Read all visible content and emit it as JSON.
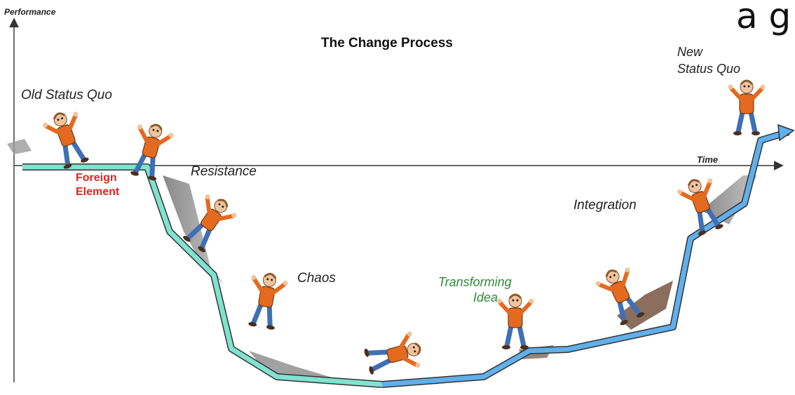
{
  "diagram": {
    "title": "The Change Process",
    "axes": {
      "y_label": "Performance",
      "x_label": "Time"
    },
    "corner_text": "a g",
    "stages": {
      "old_status_quo": "Old Status Quo",
      "foreign_element_line1": "Foreign",
      "foreign_element_line2": "Element",
      "resistance": "Resistance",
      "chaos": "Chaos",
      "transforming_idea_line1": "Transforming",
      "transforming_idea_line2": "Idea",
      "integration": "Integration",
      "new_status_quo_line1": "New",
      "new_status_quo_line2": "Status Quo"
    },
    "colors": {
      "old_path": "#7fe3d0",
      "new_path": "#5fb0ec",
      "path_outline": "#333333",
      "foreign_element": "#e8221b",
      "transforming_idea": "#2f8a3a",
      "shirt": "#e36a1e",
      "pants": "#3f6fb5",
      "skin": "#f2c49b"
    },
    "figures": [
      "person-running-icon",
      "person-stumbling-icon",
      "person-falling-icon",
      "person-hanging-icon",
      "person-lying-icon",
      "person-surprised-icon",
      "person-climbing-icon",
      "person-climbing-icon",
      "person-standing-icon"
    ]
  }
}
